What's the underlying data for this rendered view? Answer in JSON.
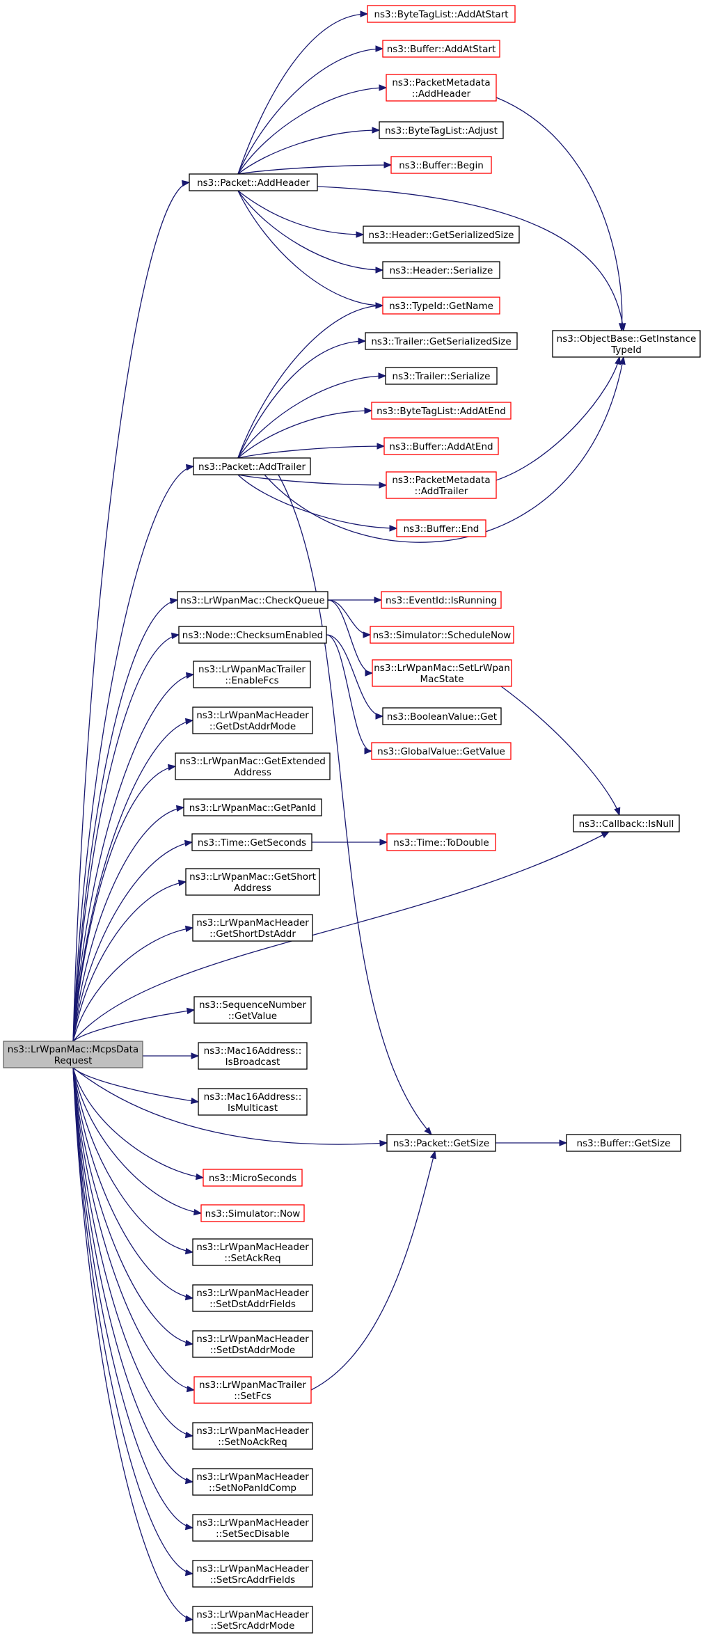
{
  "colors": {
    "edge": "#191970",
    "node_border": "#000000",
    "node_border_red": "#ff0000",
    "root_fill": "#bfbfbf",
    "root_border": "#666666",
    "text": "#000000"
  },
  "nodes": [
    {
      "id": "mcps",
      "lines": [
        "ns3::LrWpanMac::McpsData",
        "Request"
      ],
      "style": "root"
    },
    {
      "id": "addheader",
      "lines": [
        "ns3::Packet::AddHeader"
      ],
      "style": "black"
    },
    {
      "id": "addtrailer",
      "lines": [
        "ns3::Packet::AddTrailer"
      ],
      "style": "black"
    },
    {
      "id": "btl_addatstart",
      "lines": [
        "ns3::ByteTagList::AddAtStart"
      ],
      "style": "red"
    },
    {
      "id": "buf_addatstart",
      "lines": [
        "ns3::Buffer::AddAtStart"
      ],
      "style": "red"
    },
    {
      "id": "pm_addheader",
      "lines": [
        "ns3::PacketMetadata",
        "::AddHeader"
      ],
      "style": "red"
    },
    {
      "id": "btl_adjust",
      "lines": [
        "ns3::ByteTagList::Adjust"
      ],
      "style": "black"
    },
    {
      "id": "buf_begin",
      "lines": [
        "ns3::Buffer::Begin"
      ],
      "style": "red"
    },
    {
      "id": "hdr_getsersize",
      "lines": [
        "ns3::Header::GetSerializedSize"
      ],
      "style": "black"
    },
    {
      "id": "hdr_serialize",
      "lines": [
        "ns3::Header::Serialize"
      ],
      "style": "black"
    },
    {
      "id": "typeid_getname",
      "lines": [
        "ns3::TypeId::GetName"
      ],
      "style": "red"
    },
    {
      "id": "objbase_getinst",
      "lines": [
        "ns3::ObjectBase::GetInstance",
        "TypeId"
      ],
      "style": "black"
    },
    {
      "id": "trl_getsersize",
      "lines": [
        "ns3::Trailer::GetSerializedSize"
      ],
      "style": "black"
    },
    {
      "id": "trl_serialize",
      "lines": [
        "ns3::Trailer::Serialize"
      ],
      "style": "black"
    },
    {
      "id": "btl_addatend",
      "lines": [
        "ns3::ByteTagList::AddAtEnd"
      ],
      "style": "red"
    },
    {
      "id": "buf_addatend",
      "lines": [
        "ns3::Buffer::AddAtEnd"
      ],
      "style": "red"
    },
    {
      "id": "pm_addtrailer",
      "lines": [
        "ns3::PacketMetadata",
        "::AddTrailer"
      ],
      "style": "red"
    },
    {
      "id": "buf_end",
      "lines": [
        "ns3::Buffer::End"
      ],
      "style": "red"
    },
    {
      "id": "checkqueue",
      "lines": [
        "ns3::LrWpanMac::CheckQueue"
      ],
      "style": "black"
    },
    {
      "id": "eventid_isrunning",
      "lines": [
        "ns3::EventId::IsRunning"
      ],
      "style": "red"
    },
    {
      "id": "sim_schedulenow",
      "lines": [
        "ns3::Simulator::ScheduleNow"
      ],
      "style": "red"
    },
    {
      "id": "checksumenabled",
      "lines": [
        "ns3::Node::ChecksumEnabled"
      ],
      "style": "black"
    },
    {
      "id": "setlrwpanmacstate",
      "lines": [
        "ns3::LrWpanMac::SetLrWpan",
        "MacState"
      ],
      "style": "red"
    },
    {
      "id": "boolval_get",
      "lines": [
        "ns3::BooleanValue::Get"
      ],
      "style": "black"
    },
    {
      "id": "globalval_getvalue",
      "lines": [
        "ns3::GlobalValue::GetValue"
      ],
      "style": "red"
    },
    {
      "id": "trl_enablefcs",
      "lines": [
        "ns3::LrWpanMacTrailer",
        "::EnableFcs"
      ],
      "style": "black"
    },
    {
      "id": "hdr_getdstaddrmode",
      "lines": [
        "ns3::LrWpanMacHeader",
        "::GetDstAddrMode"
      ],
      "style": "black"
    },
    {
      "id": "mac_getextaddr",
      "lines": [
        "ns3::LrWpanMac::GetExtended",
        "Address"
      ],
      "style": "black"
    },
    {
      "id": "mac_getpanid",
      "lines": [
        "ns3::LrWpanMac::GetPanId"
      ],
      "style": "black"
    },
    {
      "id": "time_getseconds",
      "lines": [
        "ns3::Time::GetSeconds"
      ],
      "style": "black"
    },
    {
      "id": "time_todouble",
      "lines": [
        "ns3::Time::ToDouble"
      ],
      "style": "red"
    },
    {
      "id": "callback_isnull",
      "lines": [
        "ns3::Callback::IsNull"
      ],
      "style": "black"
    },
    {
      "id": "mac_getshortaddr",
      "lines": [
        "ns3::LrWpanMac::GetShort",
        "Address"
      ],
      "style": "black"
    },
    {
      "id": "hdr_getshortdstaddr",
      "lines": [
        "ns3::LrWpanMacHeader",
        "::GetShortDstAddr"
      ],
      "style": "black"
    },
    {
      "id": "seqnum_getvalue",
      "lines": [
        "ns3::SequenceNumber",
        "::GetValue"
      ],
      "style": "black"
    },
    {
      "id": "mac16_isbroadcast",
      "lines": [
        "ns3::Mac16Address::",
        "IsBroadcast"
      ],
      "style": "black"
    },
    {
      "id": "mac16_ismulticast",
      "lines": [
        "ns3::Mac16Address::",
        "IsMulticast"
      ],
      "style": "black"
    },
    {
      "id": "packet_getsize",
      "lines": [
        "ns3::Packet::GetSize"
      ],
      "style": "black"
    },
    {
      "id": "buffer_getsize",
      "lines": [
        "ns3::Buffer::GetSize"
      ],
      "style": "black"
    },
    {
      "id": "microseconds",
      "lines": [
        "ns3::MicroSeconds"
      ],
      "style": "red"
    },
    {
      "id": "sim_now",
      "lines": [
        "ns3::Simulator::Now"
      ],
      "style": "red"
    },
    {
      "id": "hdr_setackreq",
      "lines": [
        "ns3::LrWpanMacHeader",
        "::SetAckReq"
      ],
      "style": "black"
    },
    {
      "id": "hdr_setdstaddrfields",
      "lines": [
        "ns3::LrWpanMacHeader",
        "::SetDstAddrFields"
      ],
      "style": "black"
    },
    {
      "id": "hdr_setdstaddrmode",
      "lines": [
        "ns3::LrWpanMacHeader",
        "::SetDstAddrMode"
      ],
      "style": "black"
    },
    {
      "id": "trl_setfcs",
      "lines": [
        "ns3::LrWpanMacTrailer",
        "::SetFcs"
      ],
      "style": "red"
    },
    {
      "id": "hdr_setnoackreq",
      "lines": [
        "ns3::LrWpanMacHeader",
        "::SetNoAckReq"
      ],
      "style": "black"
    },
    {
      "id": "hdr_setnopanidcomp",
      "lines": [
        "ns3::LrWpanMacHeader",
        "::SetNoPanIdComp"
      ],
      "style": "black"
    },
    {
      "id": "hdr_setsecdisable",
      "lines": [
        "ns3::LrWpanMacHeader",
        "::SetSecDisable"
      ],
      "style": "black"
    },
    {
      "id": "hdr_setsrcaddrfields",
      "lines": [
        "ns3::LrWpanMacHeader",
        "::SetSrcAddrFields"
      ],
      "style": "black"
    },
    {
      "id": "hdr_setsrcaddrmode",
      "lines": [
        "ns3::LrWpanMacHeader",
        "::SetSrcAddrMode"
      ],
      "style": "black"
    }
  ],
  "edges": [
    [
      "mcps",
      "addheader"
    ],
    [
      "mcps",
      "addtrailer"
    ],
    [
      "mcps",
      "checkqueue"
    ],
    [
      "mcps",
      "checksumenabled"
    ],
    [
      "mcps",
      "trl_enablefcs"
    ],
    [
      "mcps",
      "hdr_getdstaddrmode"
    ],
    [
      "mcps",
      "mac_getextaddr"
    ],
    [
      "mcps",
      "mac_getpanid"
    ],
    [
      "mcps",
      "time_getseconds"
    ],
    [
      "mcps",
      "mac_getshortaddr"
    ],
    [
      "mcps",
      "hdr_getshortdstaddr"
    ],
    [
      "mcps",
      "callback_isnull"
    ],
    [
      "mcps",
      "seqnum_getvalue"
    ],
    [
      "mcps",
      "mac16_isbroadcast"
    ],
    [
      "mcps",
      "mac16_ismulticast"
    ],
    [
      "mcps",
      "packet_getsize"
    ],
    [
      "mcps",
      "microseconds"
    ],
    [
      "mcps",
      "sim_now"
    ],
    [
      "mcps",
      "hdr_setackreq"
    ],
    [
      "mcps",
      "hdr_setdstaddrfields"
    ],
    [
      "mcps",
      "hdr_setdstaddrmode"
    ],
    [
      "mcps",
      "trl_setfcs"
    ],
    [
      "mcps",
      "hdr_setnoackreq"
    ],
    [
      "mcps",
      "hdr_setnopanidcomp"
    ],
    [
      "mcps",
      "hdr_setsecdisable"
    ],
    [
      "mcps",
      "hdr_setsrcaddrfields"
    ],
    [
      "mcps",
      "hdr_setsrcaddrmode"
    ],
    [
      "addheader",
      "btl_addatstart"
    ],
    [
      "addheader",
      "buf_addatstart"
    ],
    [
      "addheader",
      "pm_addheader"
    ],
    [
      "addheader",
      "btl_adjust"
    ],
    [
      "addheader",
      "buf_begin"
    ],
    [
      "addheader",
      "hdr_getsersize"
    ],
    [
      "addheader",
      "hdr_serialize"
    ],
    [
      "addheader",
      "typeid_getname"
    ],
    [
      "addheader",
      "objbase_getinst"
    ],
    [
      "pm_addheader",
      "objbase_getinst"
    ],
    [
      "addtrailer",
      "typeid_getname"
    ],
    [
      "addtrailer",
      "trl_getsersize"
    ],
    [
      "addtrailer",
      "trl_serialize"
    ],
    [
      "addtrailer",
      "btl_addatend"
    ],
    [
      "addtrailer",
      "buf_addatend"
    ],
    [
      "addtrailer",
      "pm_addtrailer"
    ],
    [
      "addtrailer",
      "buf_end"
    ],
    [
      "addtrailer",
      "objbase_getinst"
    ],
    [
      "addtrailer",
      "packet_getsize"
    ],
    [
      "pm_addtrailer",
      "objbase_getinst"
    ],
    [
      "checkqueue",
      "eventid_isrunning"
    ],
    [
      "checkqueue",
      "sim_schedulenow"
    ],
    [
      "checkqueue",
      "setlrwpanmacstate"
    ],
    [
      "checksumenabled",
      "boolval_get"
    ],
    [
      "checksumenabled",
      "globalval_getvalue"
    ],
    [
      "setlrwpanmacstate",
      "callback_isnull"
    ],
    [
      "time_getseconds",
      "time_todouble"
    ],
    [
      "packet_getsize",
      "buffer_getsize"
    ],
    [
      "trl_setfcs",
      "packet_getsize"
    ]
  ]
}
